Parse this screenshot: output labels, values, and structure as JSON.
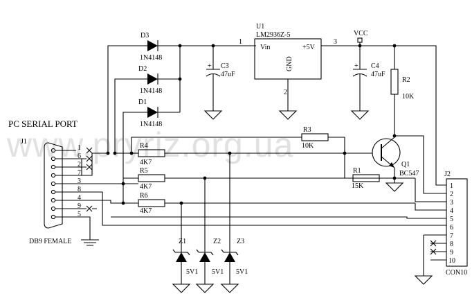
{
  "title": "PC SERIAL PORT",
  "watermark": "www.pryriz.org.ua",
  "connector_j1": {
    "ref": "J1",
    "label": "DB9 FEMALE",
    "pins": [
      "1",
      "6",
      "2",
      "7",
      "3",
      "8",
      "4",
      "9",
      "5"
    ]
  },
  "connector_j2": {
    "ref": "J2",
    "label": "CON10",
    "pins": [
      "1",
      "2",
      "3",
      "4",
      "5",
      "6",
      "7",
      "8",
      "9",
      "10"
    ]
  },
  "regulator": {
    "ref": "U1",
    "part": "LM2936Z-5",
    "pin_vin": "Vin",
    "pin_out": "+5V",
    "pin_gnd": "GND",
    "n1": "1",
    "n2": "2",
    "n3": "3"
  },
  "vcc": "VCC",
  "diodes": [
    {
      "ref": "D3",
      "value": "1N4148"
    },
    {
      "ref": "D2",
      "value": "1N4148"
    },
    {
      "ref": "D1",
      "value": "1N4148"
    }
  ],
  "caps": [
    {
      "ref": "C3",
      "value": "47uF"
    },
    {
      "ref": "C4",
      "value": "47uF"
    }
  ],
  "resistors": [
    {
      "ref": "R2",
      "value": "10K"
    },
    {
      "ref": "R3",
      "value": "10K"
    },
    {
      "ref": "R1",
      "value": "15K"
    },
    {
      "ref": "R4",
      "value": "4K7"
    },
    {
      "ref": "R5",
      "value": "4K7"
    },
    {
      "ref": "R6",
      "value": "4K7"
    }
  ],
  "transistor": {
    "ref": "Q1",
    "value": "BC547"
  },
  "zeners": [
    {
      "ref": "Z1",
      "value": "5V1"
    },
    {
      "ref": "Z2",
      "value": "5V1"
    },
    {
      "ref": "Z3",
      "value": "5V1"
    }
  ]
}
